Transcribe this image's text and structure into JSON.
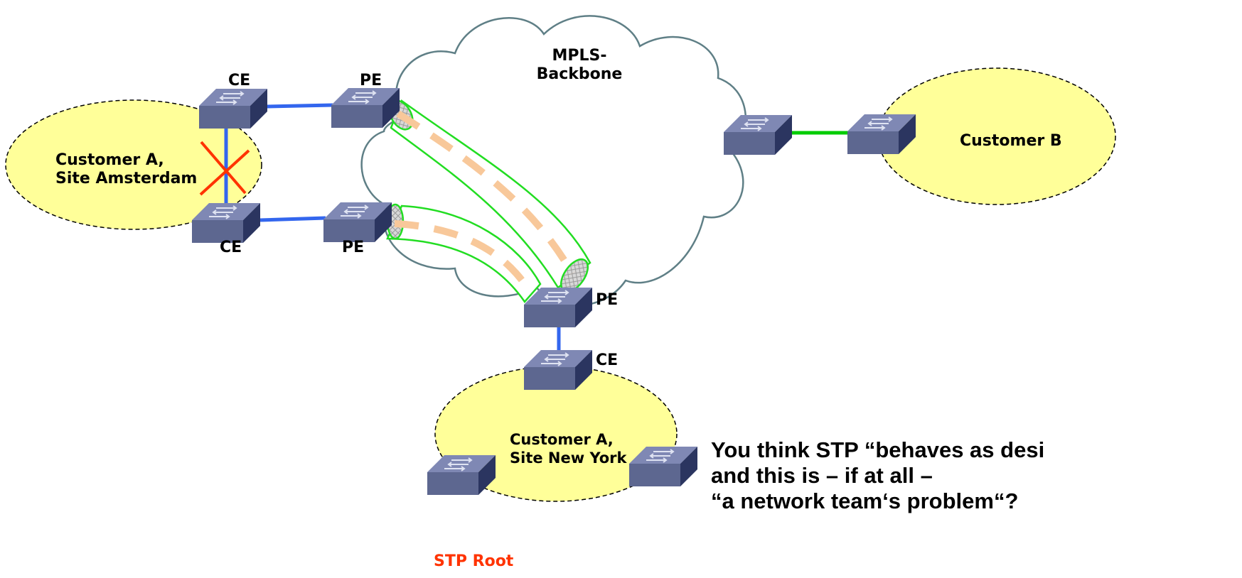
{
  "cloud": {
    "label_line1": "MPLS-",
    "label_line2": "Backbone"
  },
  "sites": {
    "amsterdam": {
      "line1": "Customer A,",
      "line2": "Site Amsterdam"
    },
    "newyork": {
      "line1": "Customer A,",
      "line2": "Site New York"
    },
    "customer_b": {
      "label": "Customer B"
    }
  },
  "devices": {
    "ce_amsterdam_top": "CE",
    "pe_amsterdam_top": "PE",
    "ce_amsterdam_bottom": "CE",
    "pe_amsterdam_bottom": "PE",
    "pe_newyork": "PE",
    "ce_newyork": "CE"
  },
  "stp_root_label": "STP Root",
  "caption": {
    "line1": "You think STP “behaves as desi",
    "line2": "and this is – if at all –",
    "line3": "“a network team‘s problem“?"
  },
  "colors": {
    "ellipse_fill": "#ffff99",
    "link_blue": "#3366ee",
    "link_green": "#00cc00",
    "tunnel_outline": "#22dd22",
    "tunnel_dash": "#f8c89a",
    "blocked_x": "#ff3300",
    "cloud_stroke": "#5f7f86",
    "switch_top": "#7f88b4",
    "switch_front": "#5d6790",
    "switch_side": "#2b3560"
  }
}
